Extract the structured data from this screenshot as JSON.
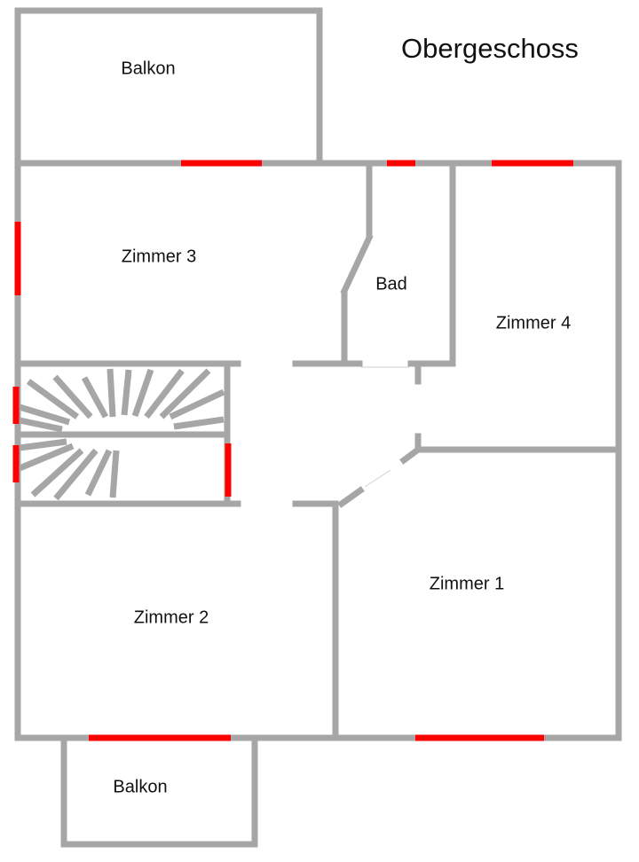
{
  "plan": {
    "title": "Obergeschoss",
    "colors": {
      "wall": "#a6a6a6",
      "window": "#ff0000",
      "background": "#ffffff",
      "text": "#111111"
    },
    "rooms": [
      {
        "id": "balkon-top",
        "label": "Balkon"
      },
      {
        "id": "zimmer-3",
        "label": "Zimmer 3"
      },
      {
        "id": "bad",
        "label": "Bad"
      },
      {
        "id": "zimmer-4",
        "label": "Zimmer 4"
      },
      {
        "id": "zimmer-2",
        "label": "Zimmer 2"
      },
      {
        "id": "zimmer-1",
        "label": "Zimmer 1"
      },
      {
        "id": "balkon-bottom",
        "label": "Balkon"
      }
    ]
  }
}
